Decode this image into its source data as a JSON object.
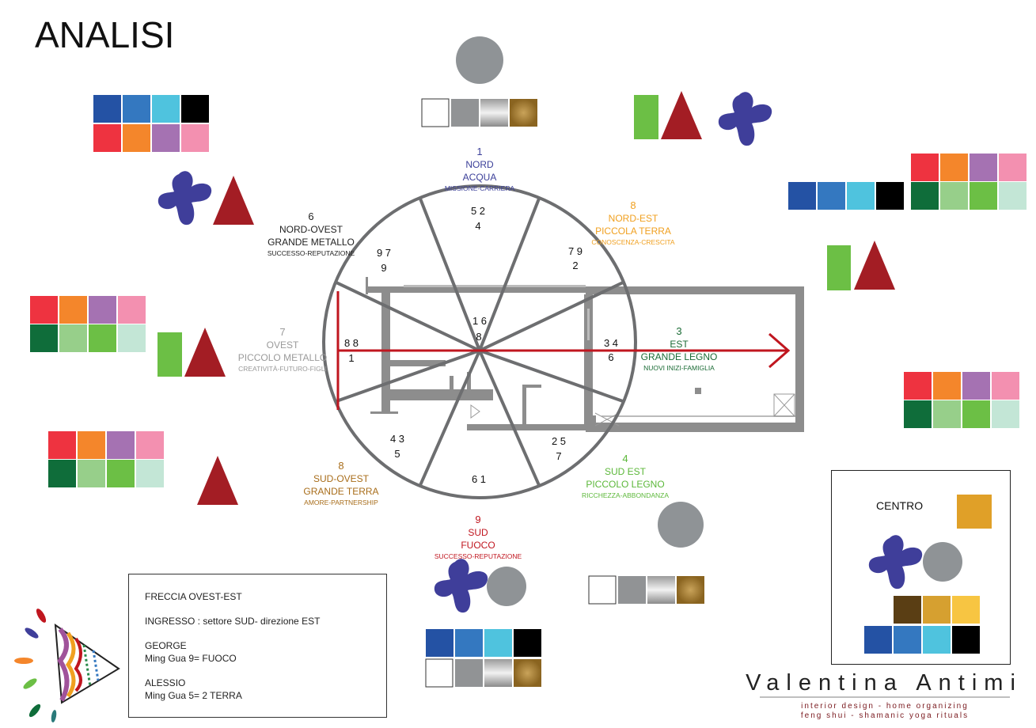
{
  "title": "ANALISI",
  "sectors": {
    "n": {
      "number": "1",
      "dir": "NORD",
      "element": "ACQUA",
      "meaning": "MISSIONE-CARRIERA",
      "stars": [
        "5 2",
        "4"
      ],
      "color": "#3b3f99"
    },
    "ne": {
      "number": "8",
      "dir": "NORD-EST",
      "element": "PICCOLA TERRA",
      "meaning": "CONOSCENZA-CRESCITA",
      "stars": [
        "7 9",
        "2"
      ],
      "color": "#f0a020"
    },
    "e": {
      "number": "3",
      "dir": "EST",
      "element": "GRANDE LEGNO",
      "meaning": "NUOVI INIZI-FAMIGLIA",
      "stars": [
        "3 4",
        "6"
      ],
      "color": "#1a6b35"
    },
    "se": {
      "number": "4",
      "dir": "SUD EST",
      "element": "PICCOLO LEGNO",
      "meaning": "RICCHEZZA-ABBONDANZA",
      "stars": [
        "2 5",
        "7"
      ],
      "color": "#5cb83a"
    },
    "s": {
      "number": "9",
      "dir": "SUD",
      "element": "FUOCO",
      "meaning": "SUCCESSO-REPUTAZIONE",
      "stars": [
        "6 1"
      ],
      "color": "#c0161f"
    },
    "sw": {
      "number": "8",
      "dir": "SUD-OVEST",
      "element": "GRANDE TERRA",
      "meaning": "AMORE-PARTNERSHIP",
      "stars": [
        "4 3",
        "5"
      ],
      "color": "#a86d1a"
    },
    "w": {
      "number": "7",
      "dir": "OVEST",
      "element": "PICCOLO METALLO",
      "meaning": "CREATIVITÀ-FUTURO-FIGLI",
      "stars": [
        "8 8",
        "1"
      ],
      "color": "#9a9a9a"
    },
    "nw": {
      "number": "6",
      "dir": "NORD-OVEST",
      "element": "GRANDE METALLO",
      "meaning": "SUCCESSO-REPUTAZIONE",
      "stars": [
        "9 7",
        "9"
      ],
      "color": "#222222"
    },
    "c": {
      "stars": [
        "1 6",
        "8"
      ]
    }
  },
  "info": {
    "line1": "FRECCIA OVEST-EST",
    "line2": "INGRESSO : settore SUD- direzione EST",
    "person1_name": "GEORGE",
    "person1_gua": "Ming Gua 9= FUOCO",
    "person2_name": "ALESSIO",
    "person2_gua": "Ming Gua 5= 2 TERRA"
  },
  "centro": {
    "label": "CENTRO",
    "gold": "#e0a028"
  },
  "brand": {
    "name": "Valentina Antimi",
    "tagline1": "interior design - home organizing",
    "tagline2": "feng shui - shamanic yoga rituals"
  },
  "colors": {
    "triangle": "#a31d24",
    "green": "#6cbf45",
    "gray": "#8f9396",
    "blob": "#3f3e9a",
    "arrow": "#c0161f",
    "wall": "#8d8d8d"
  },
  "palettes": {
    "water": [
      "#2452a4",
      "#3478c0",
      "#4fc3de",
      "#000000"
    ],
    "fire_warm": [
      "#ee3340",
      "#f4862b",
      "#a572b2",
      "#f390b0"
    ],
    "wood": [
      "#0f6d3a",
      "#97cf8a",
      "#6cbf45",
      "#c3e6d6"
    ],
    "metal": [
      "#ffffff",
      "#919395",
      "silver",
      "gold"
    ],
    "earth": [
      "#5a3e14",
      "#d6a030",
      "#f7c542"
    ]
  }
}
